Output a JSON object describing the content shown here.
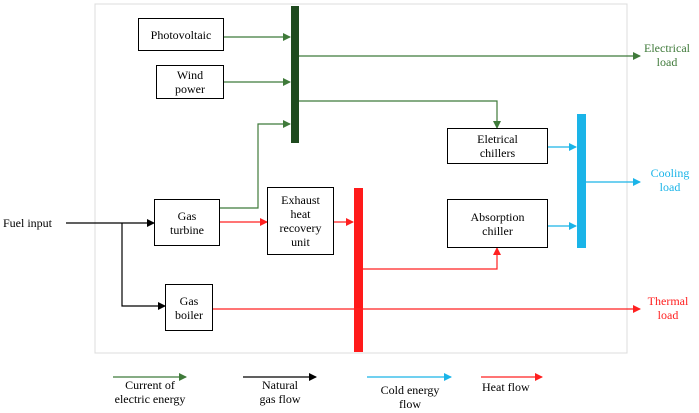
{
  "components": {
    "photovoltaic": "Photovoltaic",
    "wind_power": [
      "Wind",
      "power"
    ],
    "gas_turbine": [
      "Gas",
      "turbine"
    ],
    "exhaust_unit": [
      "Exhaust",
      "heat",
      "recovery",
      "unit"
    ],
    "gas_boiler": [
      "Gas",
      "boiler"
    ],
    "electrical_chillers": [
      "Eletrical",
      "chillers"
    ],
    "absorption_chiller": [
      "Absorption",
      "chiller"
    ]
  },
  "inputs": {
    "fuel": "Fuel input"
  },
  "outputs": {
    "electrical_load": [
      "Electrical",
      "load"
    ],
    "cooling_load": [
      "Cooling",
      "load"
    ],
    "thermal_load": [
      "Thermal",
      "load"
    ]
  },
  "legend": {
    "electric": [
      "Current of",
      "electric energy"
    ],
    "gas": [
      "Natural",
      "gas flow"
    ],
    "cold": [
      "Cold energy",
      "flow"
    ],
    "heat": "Heat flow"
  },
  "colors": {
    "electric": "#3f7a3a",
    "electric_bus": "#1e4a1e",
    "gas": "#000000",
    "cold": "#1ab4e8",
    "heat": "#ff2020",
    "heat_bus": "#ff1a1a"
  }
}
